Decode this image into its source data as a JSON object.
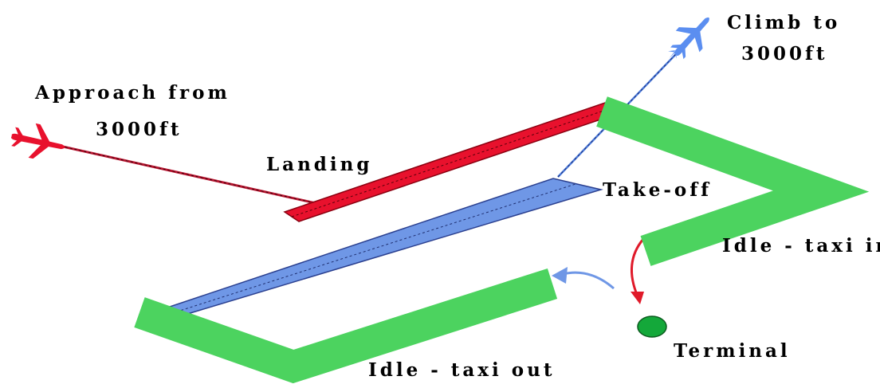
{
  "labels": {
    "approach_line1": "Approach from",
    "approach_line2": "3000ft",
    "landing": "Landing",
    "climb_line1": "Climb to",
    "climb_line2": "3000ft",
    "takeoff": "Take-off",
    "idle_taxi_in": "Idle - taxi in",
    "idle_taxi_out": "Idle - taxi out",
    "terminal": "Terminal"
  },
  "colors": {
    "landing_runway": "#e8112d",
    "landing_runway_edge": "#8a0010",
    "takeoff_runway": "#6f97e6",
    "takeoff_runway_edge": "#2a3f8f",
    "approach_path": "#b81530",
    "climb_path": "#4a78d8",
    "approach_plane": "#e8112d",
    "climb_plane": "#5b8ef0",
    "taxi_in_arrow": "#e01a2a",
    "taxi_out_arrow": "#6f97e6",
    "terminal_fill": "#14a83a",
    "terminal_edge": "#0b5b1e",
    "overlay": "#4cd35f"
  },
  "icons": {
    "approach_plane": "airplane-icon",
    "climb_plane": "airplane-icon",
    "terminal": "circle-icon"
  }
}
